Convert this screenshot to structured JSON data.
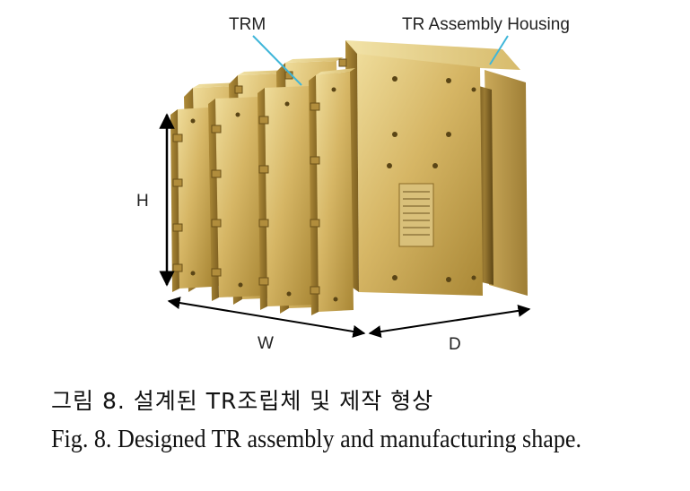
{
  "figure": {
    "labels": {
      "trm": "TRM",
      "housing": "TR Assembly Housing",
      "h": "H",
      "w": "W",
      "d": "D"
    },
    "colors": {
      "gold_light": "#e3cd82",
      "gold_mid": "#c9a34f",
      "gold_dark": "#8a6a26",
      "pointer": "#3fb6d9",
      "arrow": "#000000"
    }
  },
  "caption": {
    "korean": "그림 8. 설계된 TR조립체 및 제작 형상",
    "english": "Fig. 8. Designed TR assembly and manufacturing shape."
  }
}
